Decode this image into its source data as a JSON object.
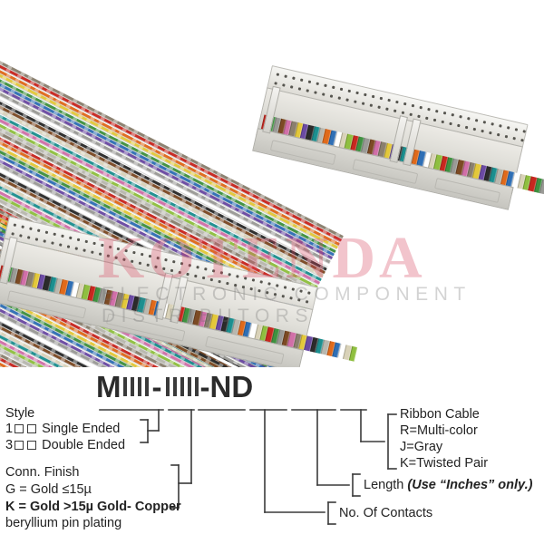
{
  "photo": {
    "alt": "Two gray IDC ribbon-cable connectors with multicolor twisted-pair ribbon cable",
    "connector_color": "#e4e3de",
    "wire_palette": [
      "#8a7f6e",
      "#c8271f",
      "#e06a1b",
      "#e3c83a",
      "#3f9140",
      "#2f6fb5",
      "#6b4aa3",
      "#9a9a96",
      "#ffffff",
      "#2b2b2b",
      "#7c4a24",
      "#d9d2b8",
      "#1c8f8f",
      "#d16fa8",
      "#8fbf3f",
      "#b8b7ae"
    ]
  },
  "watermark": {
    "main": "KOTENDA",
    "sub": "ELECTRONIC COMPONENT DISTRIBUTORS",
    "main_color": "#d64660",
    "sub_color": "#6e6e6e"
  },
  "part_number": {
    "prefix": "M",
    "group1_boxes": 4,
    "separator": "-",
    "group2_boxes": 5,
    "suffix": "-ND"
  },
  "legend": {
    "style": {
      "title": "Style",
      "options": [
        {
          "code": "1",
          "label": "Single Ended"
        },
        {
          "code": "3",
          "label": "Double Ended"
        }
      ]
    },
    "conn_finish": {
      "title": "Conn. Finish",
      "lines": [
        {
          "text": "G = Gold ≤15µ",
          "bold": false
        },
        {
          "text": "K = Gold >15µ Gold- Copper",
          "bold": true
        },
        {
          "text": "beryllium pin plating",
          "bold": false
        }
      ]
    },
    "cable": {
      "title": "Ribbon Cable",
      "options": [
        "R=Multi-color",
        "J=Gray",
        "K=Twisted Pair"
      ]
    },
    "length": {
      "label": "Length",
      "note": "(Use “Inches” only.)"
    },
    "contacts": {
      "label": "No. Of Contacts"
    }
  }
}
